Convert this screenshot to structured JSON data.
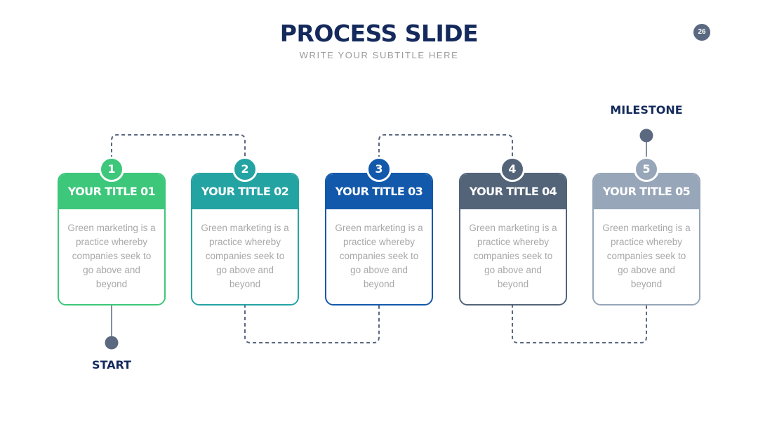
{
  "slide": {
    "title": "PROCESS SLIDE",
    "subtitle": "WRITE YOUR SUBTITLE HERE",
    "page_number": "26"
  },
  "labels": {
    "start": "START",
    "milestone": "MILESTONE"
  },
  "colors": {
    "dark_navy": "#142a5c",
    "connector": "#5a6880",
    "step_1": "#3cc77a",
    "step_2": "#24a3a3",
    "step_3": "#1359ab",
    "step_4": "#536478",
    "step_5": "#97a6b8"
  },
  "steps": [
    {
      "number": "1",
      "title": "YOUR TITLE 01",
      "text": "Green marketing is a practice whereby companies seek to go above and beyond",
      "color": "#3cc77a"
    },
    {
      "number": "2",
      "title": "YOUR TITLE 02",
      "text": "Green marketing is a practice whereby companies seek to go above and beyond",
      "color": "#24a3a3"
    },
    {
      "number": "3",
      "title": "YOUR TITLE 03",
      "text": "Green marketing is a practice whereby companies seek to go above and beyond",
      "color": "#1359ab"
    },
    {
      "number": "4",
      "title": "YOUR TITLE 04",
      "text": "Green marketing is a practice whereby companies seek to go above and beyond",
      "color": "#536478"
    },
    {
      "number": "5",
      "title": "YOUR TITLE 05",
      "text": "Green marketing is a practice whereby companies seek to go above and beyond",
      "color": "#97a6b8"
    }
  ]
}
